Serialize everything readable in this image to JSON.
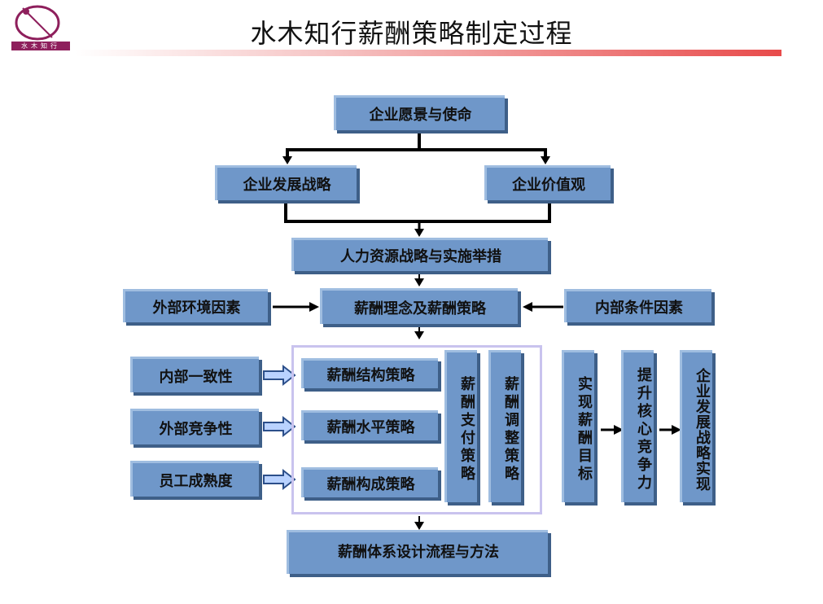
{
  "logo": {
    "text": "水木知行"
  },
  "title": "水木知行薪酬策略制定过程",
  "boxes": {
    "vision": "企业愿景与使命",
    "dev_strategy": "企业发展战略",
    "values": "企业价值观",
    "hr_strategy": "人力资源战略与实施举措",
    "external_env": "外部环境因素",
    "philosophy": "薪酬理念及薪酬策略",
    "internal_cond": "内部条件因素",
    "internal_consistency": "内部一致性",
    "external_competitive": "外部竞争性",
    "employee_maturity": "员工成熟度",
    "structure_strategy": "薪酬结构策略",
    "level_strategy": "薪酬水平策略",
    "composition_strategy": "薪酬构成策略",
    "payment_strategy": "薪酬支付策略",
    "adjustment_strategy": "薪酬调整策略",
    "target": "实现薪酬目标",
    "competitiveness": "提升核心竞争力",
    "realization": "企业发展战略实现",
    "system_design": "薪酬体系设计流程与方法"
  },
  "colors": {
    "box": "#6f97c9",
    "box_shadow": "#3e5f88",
    "frame": "#c9c3ee",
    "title_bar": "#e84b4b",
    "logo": "#8e1f5c"
  }
}
